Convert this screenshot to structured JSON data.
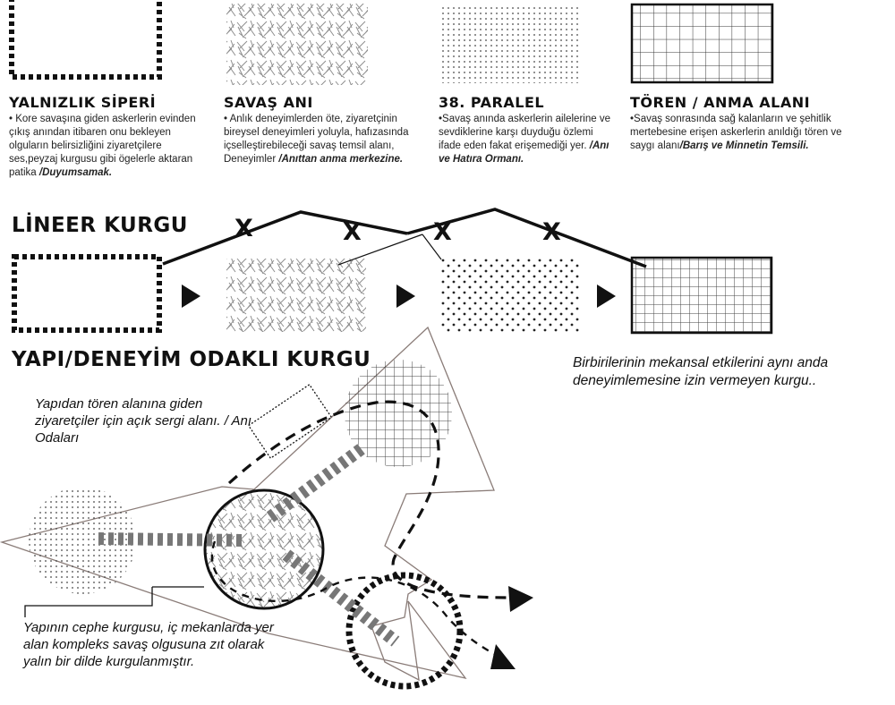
{
  "panels": [
    {
      "title": "YALNIZLIK SİPERİ",
      "desc": "• Kore savaşına giden askerlerin evinden çıkış anından itibaren onu bekleyen olguların belirsizliğini ziyaretçilere ses,peyzaj kurgusu gibi ögelerle aktaran patika",
      "tag": "/Duyumsamak."
    },
    {
      "title": "SAVAŞ ANI",
      "desc": "• Anlık deneyimlerden öte, ziyaretçinin bireysel deneyimleri yoluyla, hafızasında içselleştirebileceği savaş temsil alanı, Deneyimler",
      "tag": "/Anıttan anma merkezine."
    },
    {
      "title": "38. PARALEL",
      "desc": "•Savaş anında askerlerin ailelerine ve sevdiklerine karşı duyduğu özlemi ifade eden fakat erişemediği yer.",
      "tag": "/Anı ve Hatıra Ormanı."
    },
    {
      "title": "TÖREN / ANMA ALANI",
      "desc": "•Savaş sonrasında sağ kalanların ve şehitlik mertebesine erişen askerlerin anıldığı tören ve saygı alanı",
      "tag": "/Barış ve Minnetin Temsili."
    }
  ],
  "linear": {
    "title": "LİNEER KURGU",
    "x_mark": "X",
    "note": "Birbirilerinin mekansal etkilerini aynı anda deneyimlemesine izin vermeyen kurgu.."
  },
  "structure": {
    "title": "YAPI/DENEYİM ODAKLI KURGU",
    "note_top": "Yapıdan tören alanına giden ziyaretçiler için açık sergi alanı. / Anı Odaları",
    "note_bottom": "Yapının cephe kurgusu, iç mekanlarda yer alan kompleks savaş olgusuna zıt olarak yalın bir dilde kurgulanmıştır."
  },
  "icons": [
    "trench-dashed-frame",
    "war-moment-hatch",
    "parallel-dot-field",
    "ceremony-grid",
    "flow-arrow-icon"
  ],
  "colors": {
    "ink": "#111111",
    "hatch": "#9a9a9a",
    "site_outline": "#8a7c78",
    "band": "#777777"
  }
}
